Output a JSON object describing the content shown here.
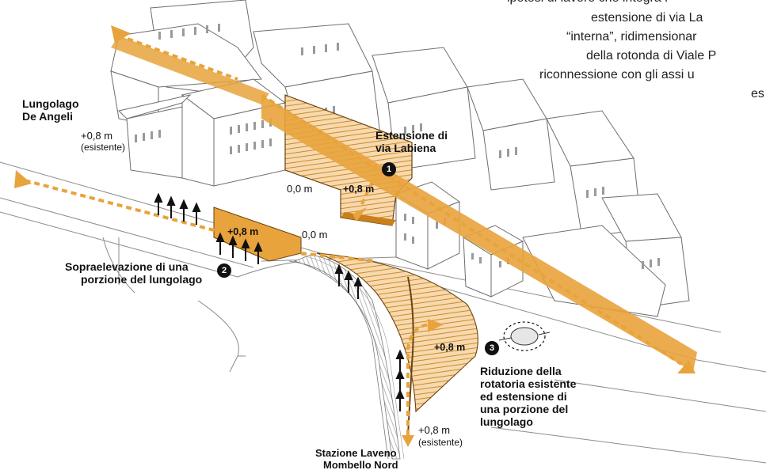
{
  "colors": {
    "accent": "#e8a33c",
    "accent_dark": "#c8801c",
    "fill": "#f3c98a",
    "line": "#555555",
    "text": "#111111"
  },
  "description_lines": [
    "ipotesi di lavoro che integra l",
    "estensione di via La",
    "“interna”, ridimensionar",
    "della rotonda di Viale P",
    "riconnessione con gli assi u",
    "es"
  ],
  "labels": {
    "lungolago": [
      "Lungolago",
      "De Angeli"
    ],
    "lungolago_level": [
      "+0,8 m",
      "(esistente)"
    ],
    "area1_title": [
      "Estensione di",
      "via Labiena"
    ],
    "zero_level_a": "0,0 m",
    "zero_level_b": "0,0 m",
    "area1_level": "+0,8 m",
    "area2_level": "+0,8 m",
    "area2_title": [
      "Sopraelevazione di una",
      "porzione del lungolago"
    ],
    "area3_level": "+0,8 m",
    "area3_title": [
      "Riduzione della",
      "rotatoria esistente",
      "ed estensione di",
      "una porzione del",
      "lungolago"
    ],
    "station_level": [
      "+0,8 m",
      "(esistente)"
    ],
    "station": [
      "Stazione Laveno",
      "Mombello Nord"
    ]
  },
  "badges": {
    "one": "1",
    "two": "2",
    "three": "3"
  },
  "icons": {
    "roundabout": "roundabout-icon",
    "arrows": "level-change-arrow-icon"
  }
}
